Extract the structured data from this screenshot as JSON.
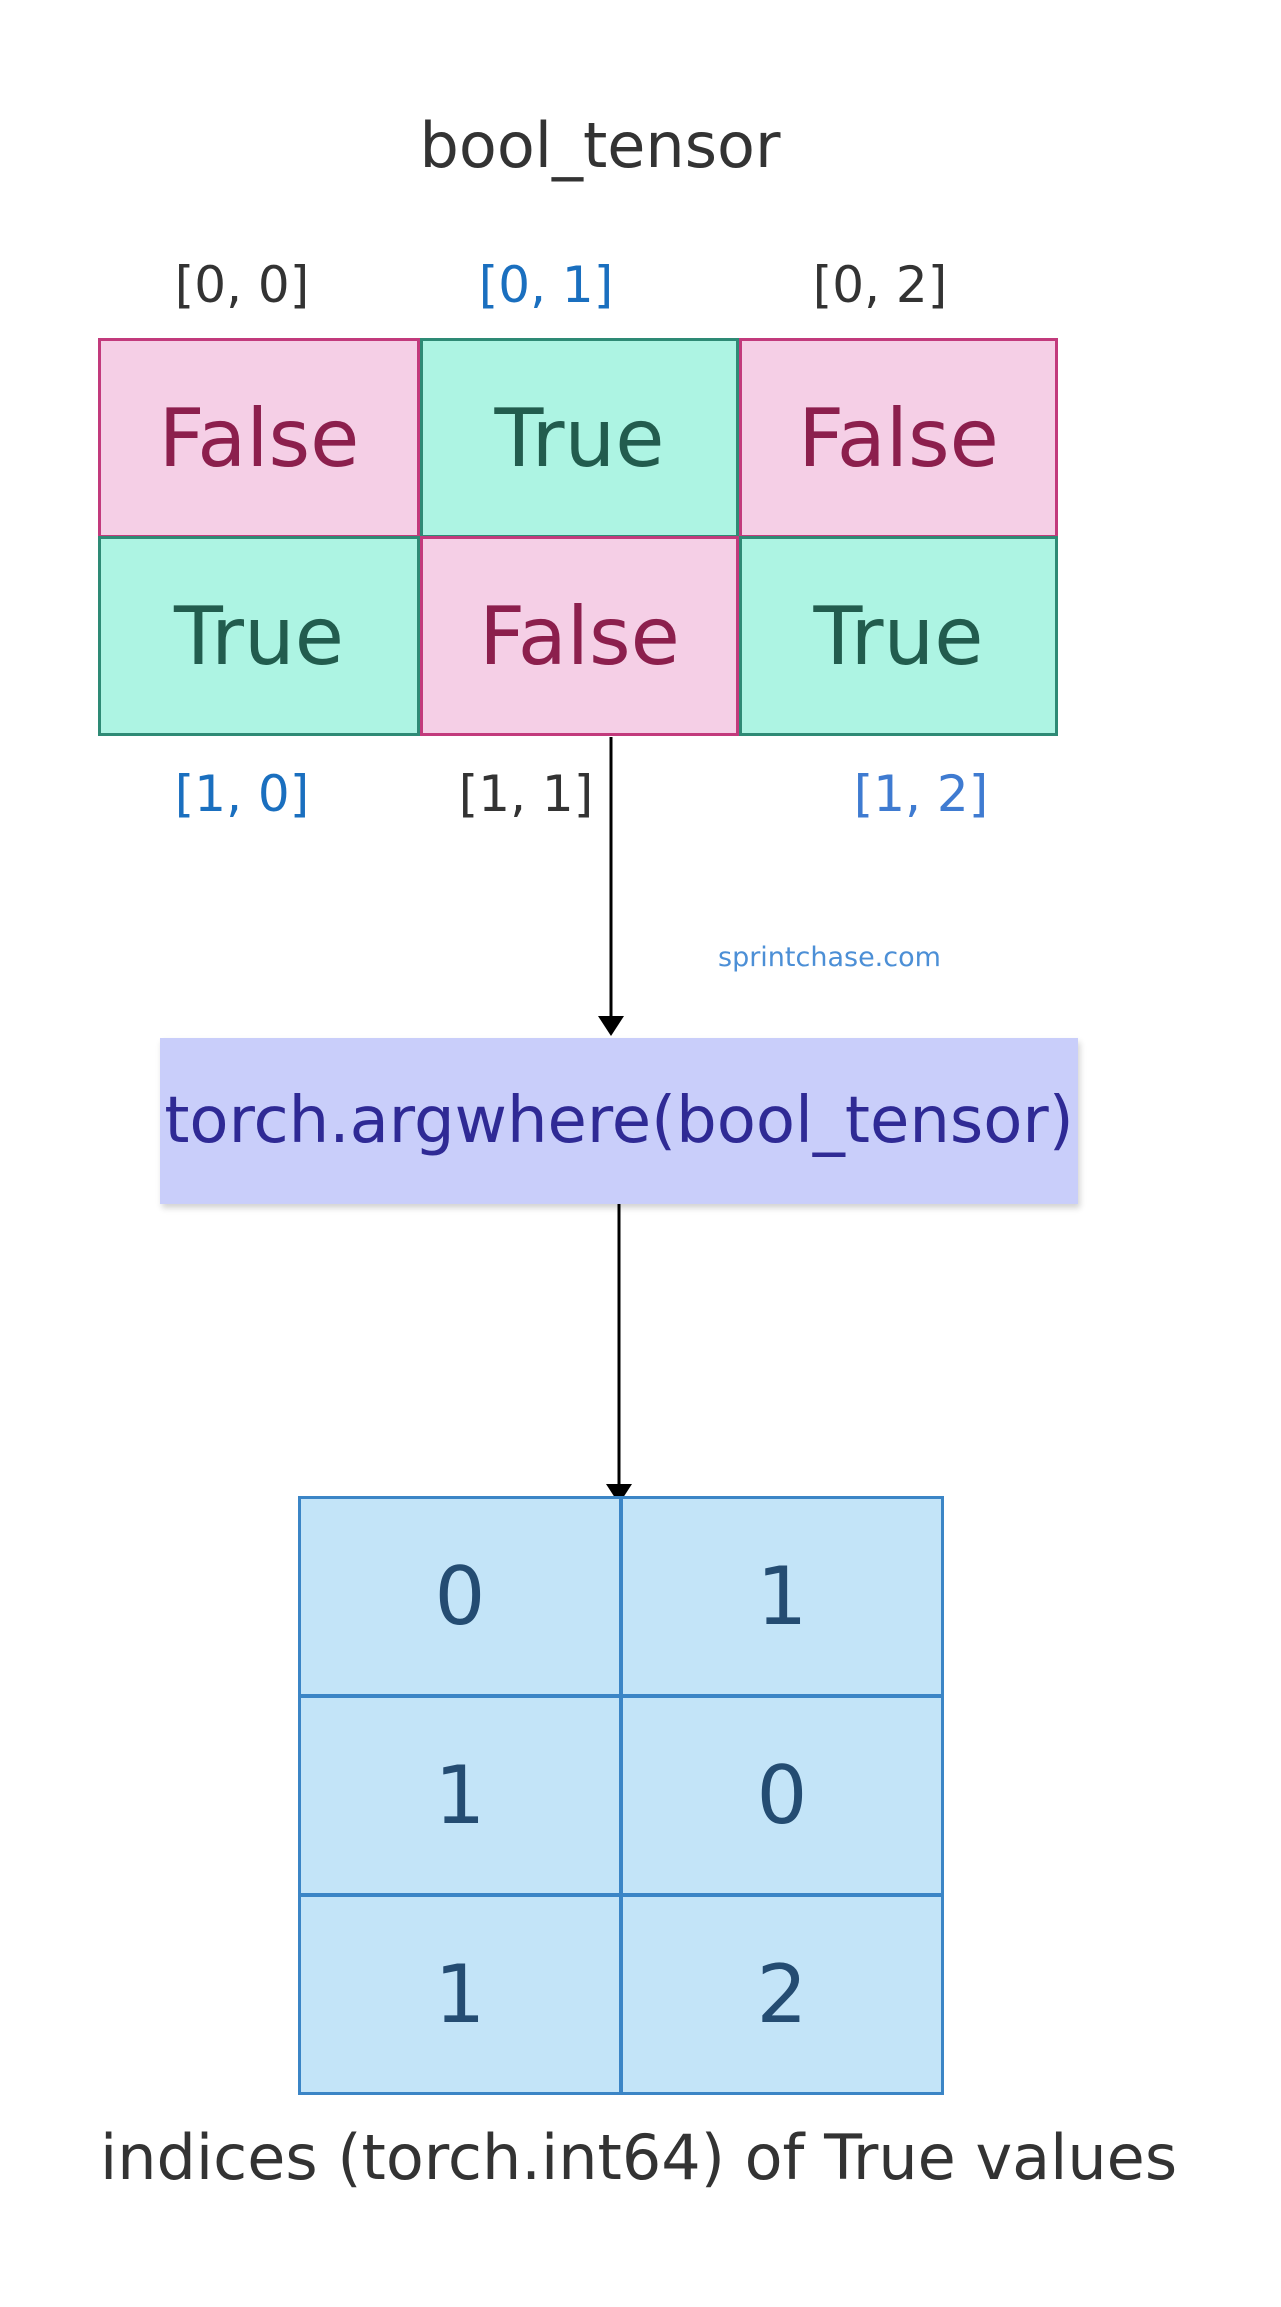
{
  "title": "bool_tensor",
  "input_tensor": {
    "top_indices": [
      "[0, 0]",
      "[0, 1]",
      "[0, 2]"
    ],
    "bottom_indices": [
      "[1, 0]",
      "[1, 1]",
      "[1, 2]"
    ],
    "rows": [
      [
        "False",
        "True",
        "False"
      ],
      [
        "True",
        "False",
        "True"
      ]
    ]
  },
  "watermark": "sprintchase.com",
  "operation": "torch.argwhere(bool_tensor)",
  "output_tensor": {
    "rows": [
      [
        "0",
        "1"
      ],
      [
        "1",
        "0"
      ],
      [
        "1",
        "2"
      ]
    ]
  },
  "caption": "indices (torch.int64) of True values",
  "colors": {
    "false_fill": "#f5cfe6",
    "true_fill": "#adf4e3",
    "operation_fill": "#c9cefa",
    "output_fill": "#c3e4f8"
  }
}
